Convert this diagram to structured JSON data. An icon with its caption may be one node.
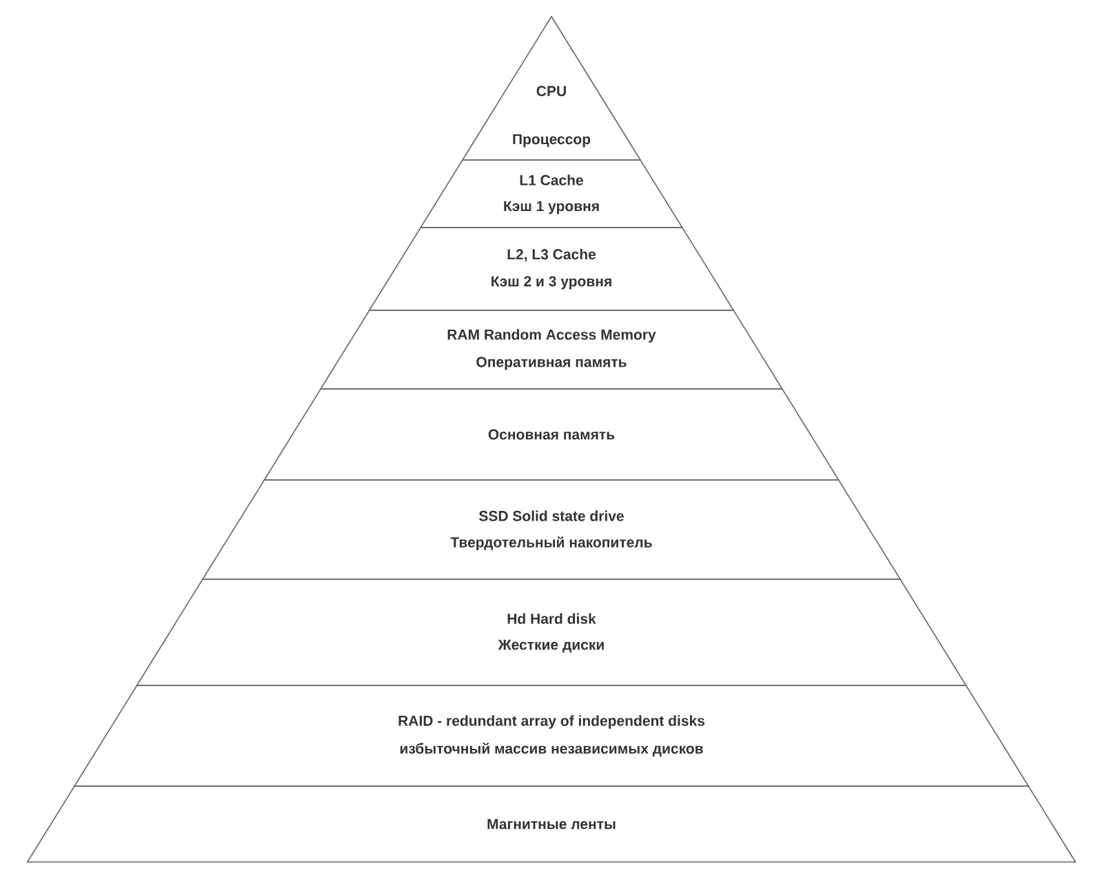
{
  "diagram": {
    "nodes": [
      {
        "text": [
          "CPU",
          "Процессор"
        ]
      },
      {
        "text": [
          "L1 Cache",
          "Кэш 1 уровня"
        ]
      },
      {
        "text": [
          "L2, L3 Cache",
          "Кэш 2 и 3 уровня"
        ]
      },
      {
        "text": [
          "RAM Random Access Memory",
          "Оперативная память"
        ]
      },
      {
        "text": [
          "Основная память"
        ]
      },
      {
        "text": [
          "SSD Solid state drive",
          "Твердотельный накопитель"
        ]
      },
      {
        "text": [
          "Hd Hard disk",
          "Жесткие диски"
        ]
      },
      {
        "text": [
          "RAID - redundant array of independent disks",
          "избыточный массив независимых дисков"
        ]
      },
      {
        "text": [
          "Магнитные ленты"
        ]
      }
    ]
  }
}
